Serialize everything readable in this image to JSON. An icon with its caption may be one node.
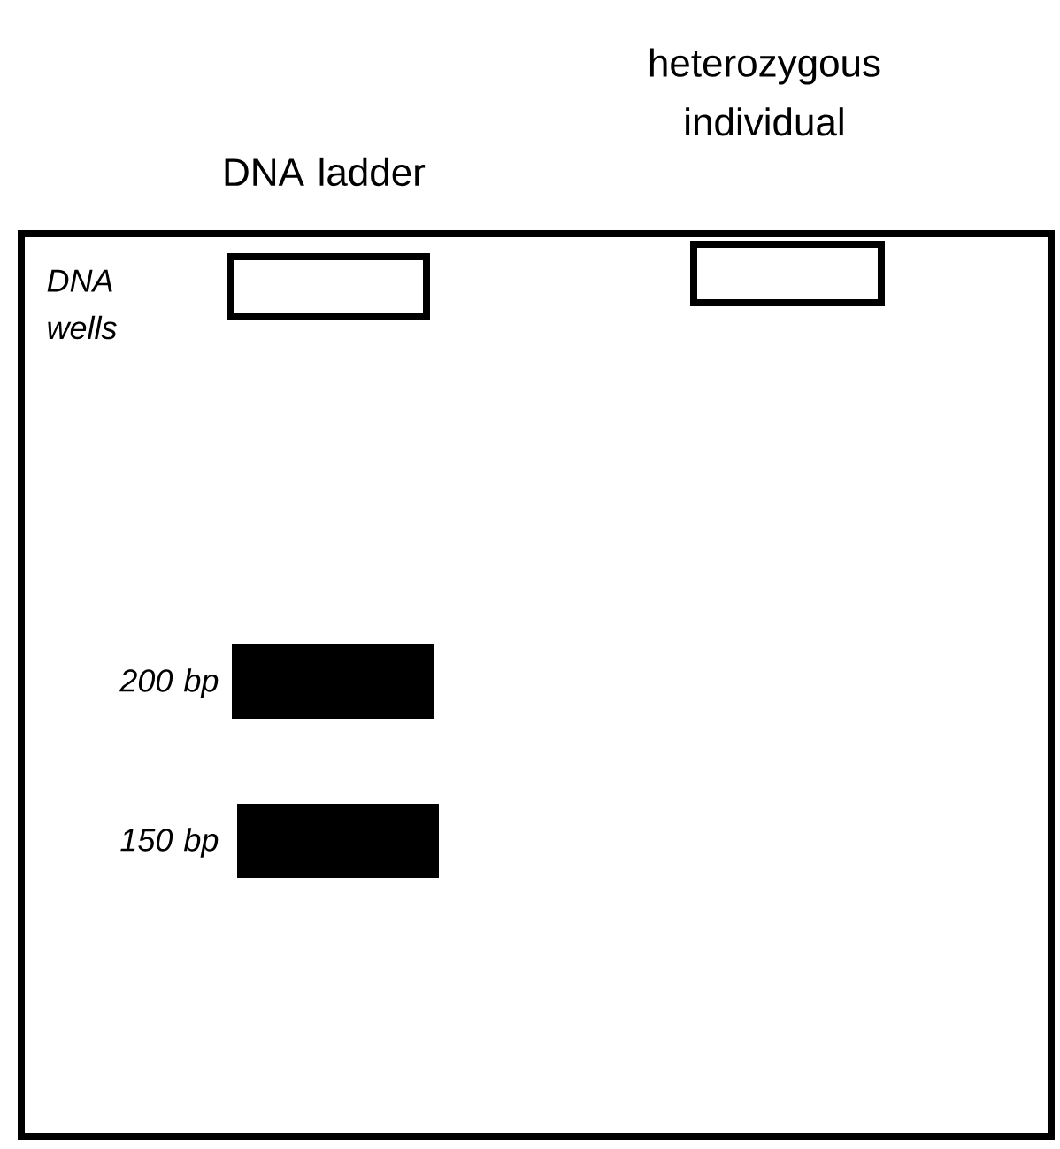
{
  "diagram": {
    "nodes": [
      {
        "text": [],
        "shape": "box"
      },
      {
        "text": [],
        "shape": "box",
        "in": 0,
        "beside": [
          "DNA wells"
        ]
      },
      {
        "text": [],
        "shape": "box",
        "in": 0
      },
      {
        "text": [],
        "shape": "bar",
        "in": 0,
        "beside": [
          "200 bp"
        ]
      },
      {
        "text": [],
        "shape": "bar",
        "in": 0,
        "beside": [
          "150 bp"
        ]
      }
    ],
    "labels": [
      "DNA ladder",
      "heterozygous individual"
    ]
  }
}
